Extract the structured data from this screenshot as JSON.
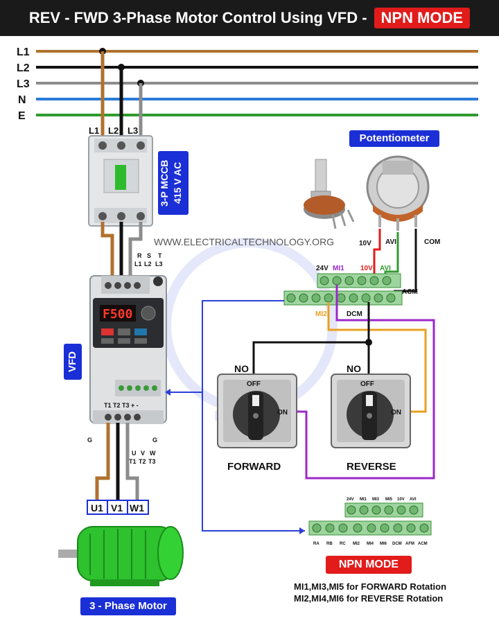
{
  "header": {
    "title": "REV - FWD  3-Phase Motor Control Using VFD -",
    "mode": "NPN MODE"
  },
  "lines": [
    "L1",
    "L2",
    "L3",
    "N",
    "E"
  ],
  "mccb": {
    "terminals": [
      "L1",
      "L2",
      "L3"
    ],
    "label_line1": "3-P MCCB",
    "label_line2": "415 V AC"
  },
  "potentiometer": {
    "label": "Potentiometer",
    "pins": [
      "10V",
      "AVI",
      "COM"
    ]
  },
  "website": "WWW.ELECTRICALTECHNOLOGY.ORG",
  "vfd": {
    "label": "VFD",
    "input_top": [
      "R",
      "S",
      "T"
    ],
    "input_bottom": [
      "L1",
      "L2",
      "L3"
    ],
    "display": "F500",
    "output_terminals": "T1 T2 T3 + -",
    "output_top": [
      "U",
      "V",
      "W"
    ],
    "output_bottom": [
      "T1",
      "T2",
      "T3"
    ],
    "ground": "G"
  },
  "terminal_block": {
    "top_labels": [
      "24V",
      "MI1",
      "10V",
      "AVI"
    ],
    "bottom_labels": [
      "MI2",
      "DCM"
    ],
    "acm": "ACM"
  },
  "switches": [
    {
      "no": "NO",
      "off": "OFF",
      "on": "ON",
      "name": "FORWARD"
    },
    {
      "no": "NO",
      "off": "OFF",
      "on": "ON",
      "name": "REVERSE"
    }
  ],
  "motor": {
    "terminals": [
      "U1",
      "V1",
      "W1"
    ],
    "label": "3 - Phase Motor"
  },
  "detail_block": {
    "top": [
      "24V",
      "MI1",
      "MI3",
      "MI5",
      "10V",
      "AVI"
    ],
    "bottom": [
      "RA",
      "RB",
      "RC",
      "MI2",
      "MI4",
      "MI6",
      "DCM",
      "AFM",
      "ACM"
    ]
  },
  "mode_box": "NPN MODE",
  "notes": [
    "MI1,MI3,MI5 for FORWARD Rotation",
    "MI2,MI4,MI6 for REVERSE Rotation"
  ],
  "colors": {
    "L1": "#b0722e",
    "L2": "#111111",
    "L3": "#8c8c8c",
    "N": "#2a7bd8",
    "E": "#2f9a2f",
    "blue": "#1b2fd6",
    "red": "#e21b1b",
    "purple": "#9b27c9",
    "orange": "#e8a020"
  }
}
